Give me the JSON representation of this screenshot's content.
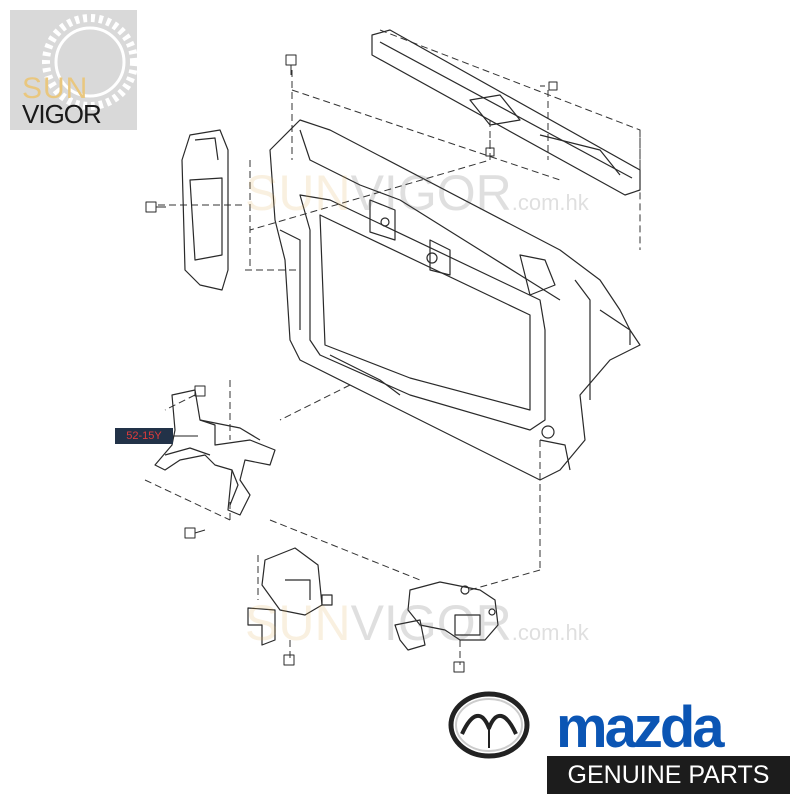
{
  "watermark_logo": {
    "sun": "SUN",
    "vigor": "VIGOR"
  },
  "watermarks": [
    {
      "sun": "SUN",
      "vigor": "VIGOR",
      "domain": ".com.hk"
    },
    {
      "sun": "SUN",
      "vigor": "VIGOR",
      "domain": ".com.hk"
    }
  ],
  "callout": {
    "label": "52-15Y"
  },
  "brand": {
    "wordmark": "mazda",
    "tagline": "GENUINE PARTS"
  },
  "colors": {
    "brand_blue": "#0b55b4",
    "callout_bg": "#223248",
    "callout_text": "#e23b3b",
    "watermark_gold": "#e2b15a"
  }
}
